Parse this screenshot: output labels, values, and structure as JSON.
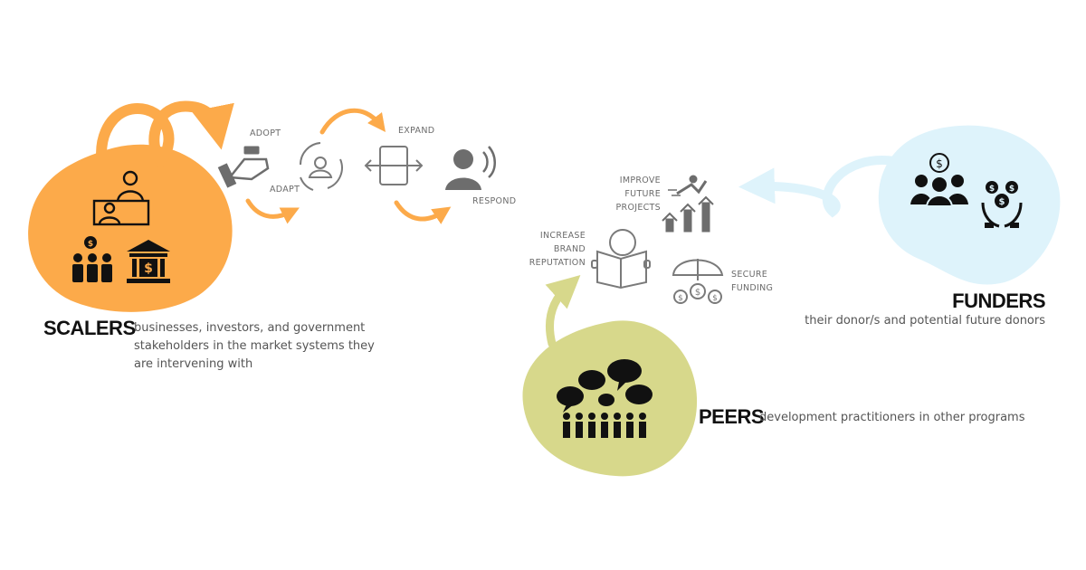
{
  "steps": {
    "adopt": "ADOPT",
    "adapt": "ADAPT",
    "expand": "EXPAND",
    "respond": "RESPOND"
  },
  "benefits": {
    "improve_line1": "IMPROVE",
    "improve_line2": "FUTURE",
    "improve_line3": "PROJECTS",
    "increase_line1": "INCREASE",
    "increase_line2": "BRAND",
    "increase_line3": "REPUTATION",
    "secure_line1": "SECURE",
    "secure_line2": "FUNDING"
  },
  "scalers": {
    "title": "SCALERS",
    "desc_line1": "businesses, investors, and government",
    "desc_line2": "stakeholders in the market systems they",
    "desc_line3": "are intervening with"
  },
  "funders": {
    "title": "FUNDERS",
    "desc": "their donor/s and potential future donors"
  },
  "peers": {
    "title": "PEERS",
    "desc": "development practitioners in other programs"
  },
  "colors": {
    "scalers_blob": "#fcaa4a",
    "funders_blob": "#def3fb",
    "peers_blob": "#d7d88b",
    "icon_black": "#111111",
    "icon_gray": "#6d6d6d"
  },
  "icons": {
    "scalers": [
      "business-desk-icon",
      "investors-group-icon",
      "government-bank-icon"
    ],
    "funders": [
      "donors-group-icon",
      "money-hands-icon"
    ],
    "peers": "practitioners-conversation-icon",
    "steps": [
      "handshake-adopt-icon",
      "cycle-person-adapt-icon",
      "expand-arrows-icon",
      "speaking-person-respond-icon"
    ],
    "benefits": [
      "growth-chart-icon",
      "reading-book-icon",
      "umbrella-money-icon"
    ]
  }
}
